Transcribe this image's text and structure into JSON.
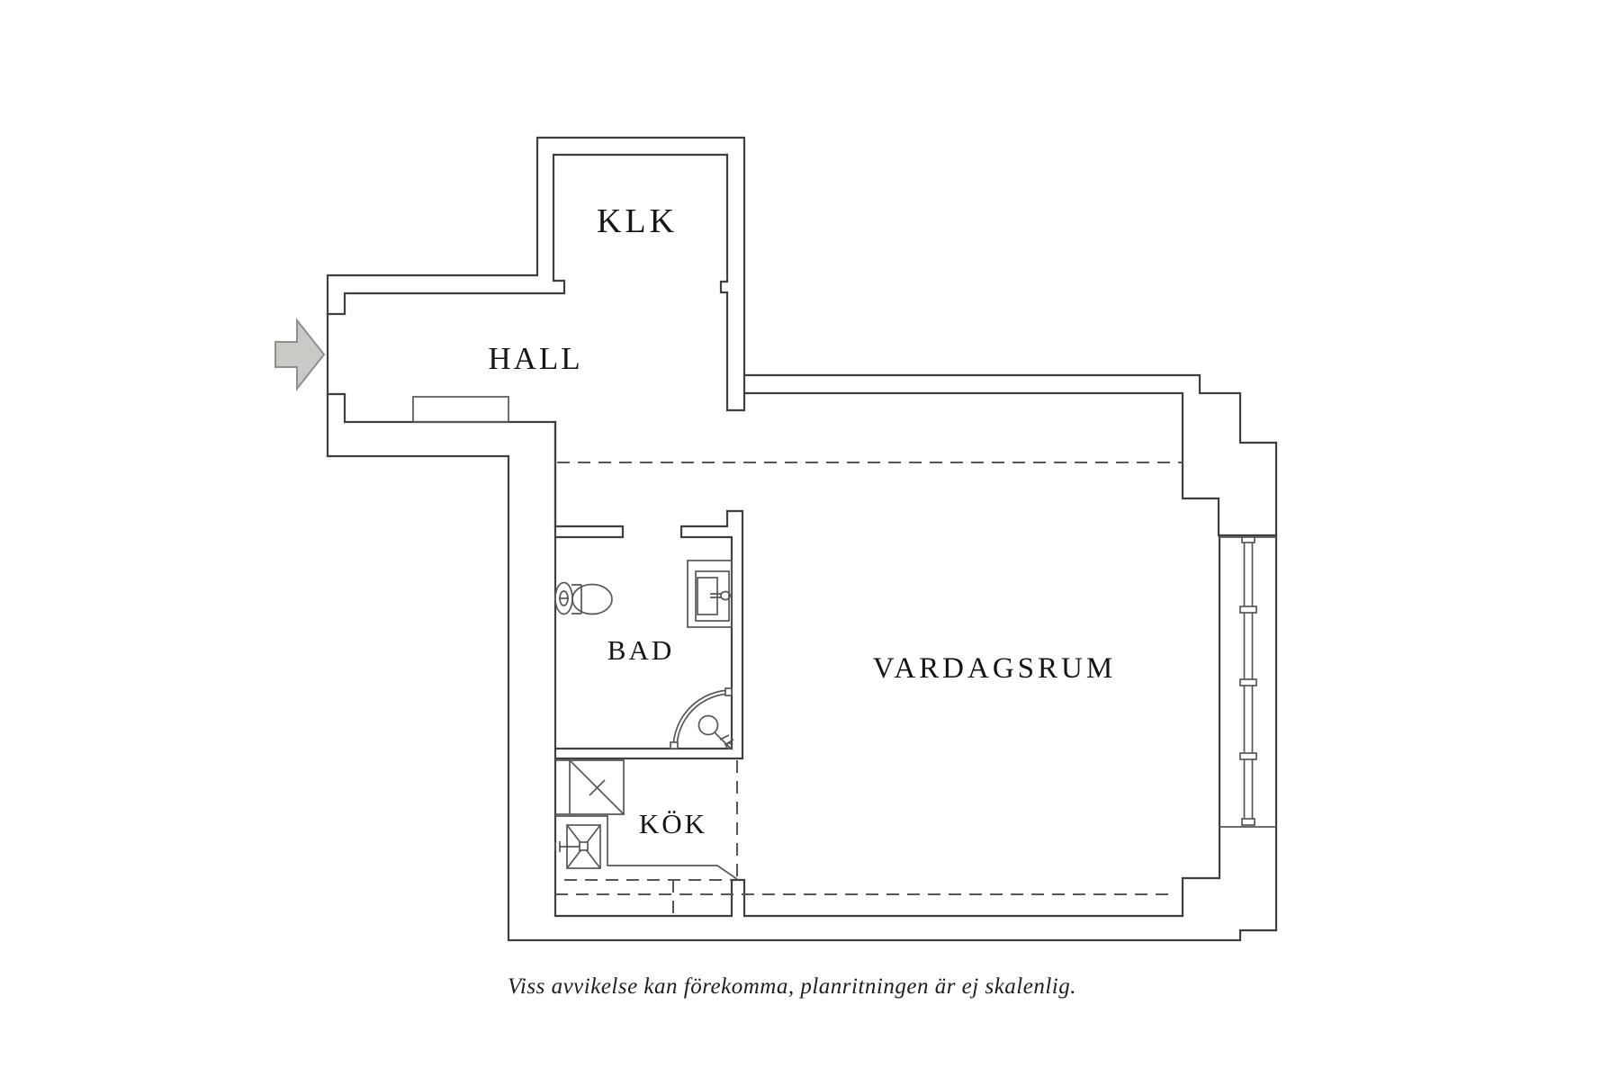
{
  "rooms": {
    "klk": {
      "label": "KLK"
    },
    "hall": {
      "label": "HALL"
    },
    "bad": {
      "label": "BAD"
    },
    "kok": {
      "label": "KÖK"
    },
    "vardagsrum": {
      "label": "VARDAGSRUM"
    }
  },
  "caption": {
    "text": "Viss avvikelse kan förekomma, planritningen är ej skalenlig."
  },
  "colors": {
    "wall": "#3f3f3f",
    "line_light": "#575757",
    "text": "#151515",
    "arrow_fill": "#c9c9c6",
    "arrow_stroke": "#8e8e8b",
    "background": "#ffffff"
  }
}
